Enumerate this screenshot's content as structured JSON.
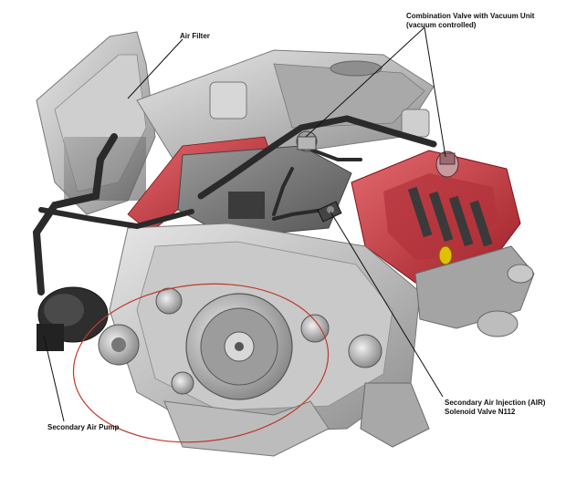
{
  "labels": {
    "air_filter": "Air Filter",
    "combination_valve_line1": "Combination Valve with Vacuum Unit",
    "combination_valve_line2": "(vacuum controlled)",
    "air_solenoid_line1": "Secondary Air Injection (AIR)",
    "air_solenoid_line2": "Solenoid Valve N112",
    "secondary_air_pump": "Secondary Air Pump"
  },
  "colors": {
    "engine_gray": "#b9b9b9",
    "hose_black": "#2a2a2a",
    "highlight_red": "#c8323a",
    "callout_ellipse": "#c0392b"
  }
}
